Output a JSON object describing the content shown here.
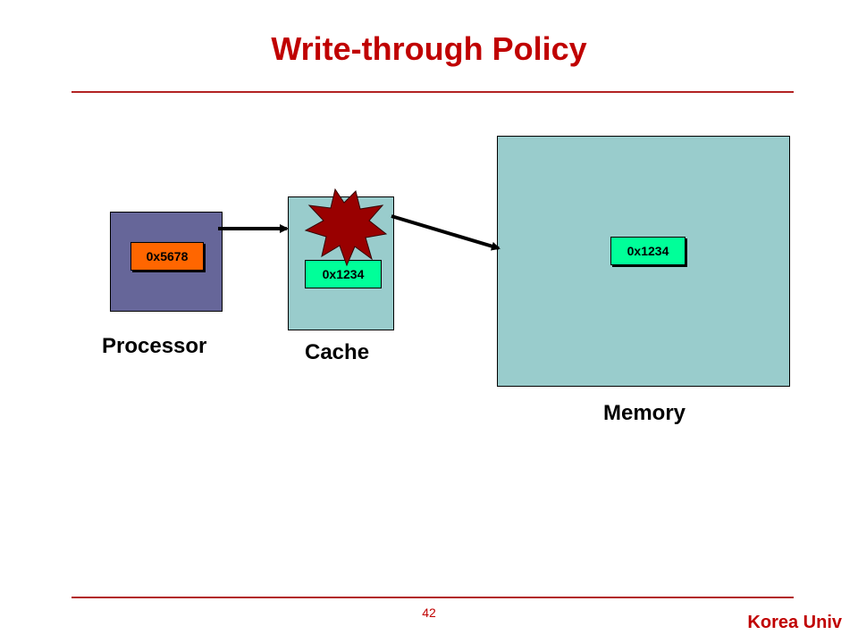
{
  "title": "Write-through Policy",
  "processor": {
    "label": "Processor",
    "value": "0x5678"
  },
  "cache": {
    "label": "Cache",
    "value": "0x1234"
  },
  "memory": {
    "label": "Memory",
    "value": "0x1234"
  },
  "footer": {
    "page_number": "42",
    "brand": "Korea Univ"
  },
  "colors": {
    "title": "#c00000",
    "processor_box": "#666699",
    "cache_box": "#99cccc",
    "memory_box": "#99cccc",
    "processor_cell": "#ff6600",
    "data_cell": "#00ff99",
    "burst": "#990000"
  }
}
